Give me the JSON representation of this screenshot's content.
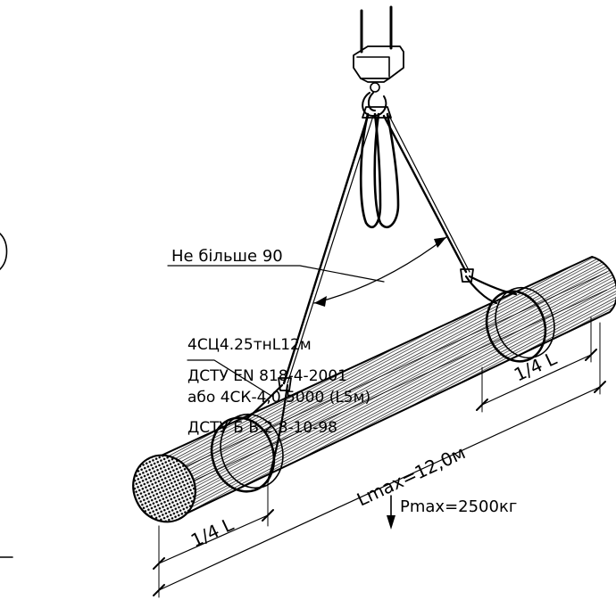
{
  "labels": {
    "angle_note": "Не більше 90",
    "sling_line_1": "4СЦ4.25тнL12м",
    "sling_line_2": "ДСТУ EN 818-4-2001",
    "sling_line_3": "або 4СК-4,0 5000 (L5м)",
    "sling_line_4": "ДСТУ Б В.2.8-10-98",
    "quarter_left": "1/4 L",
    "quarter_right": "1/4 L",
    "length": "Lmax=12,0м",
    "load": "Pmax=2500кг"
  }
}
